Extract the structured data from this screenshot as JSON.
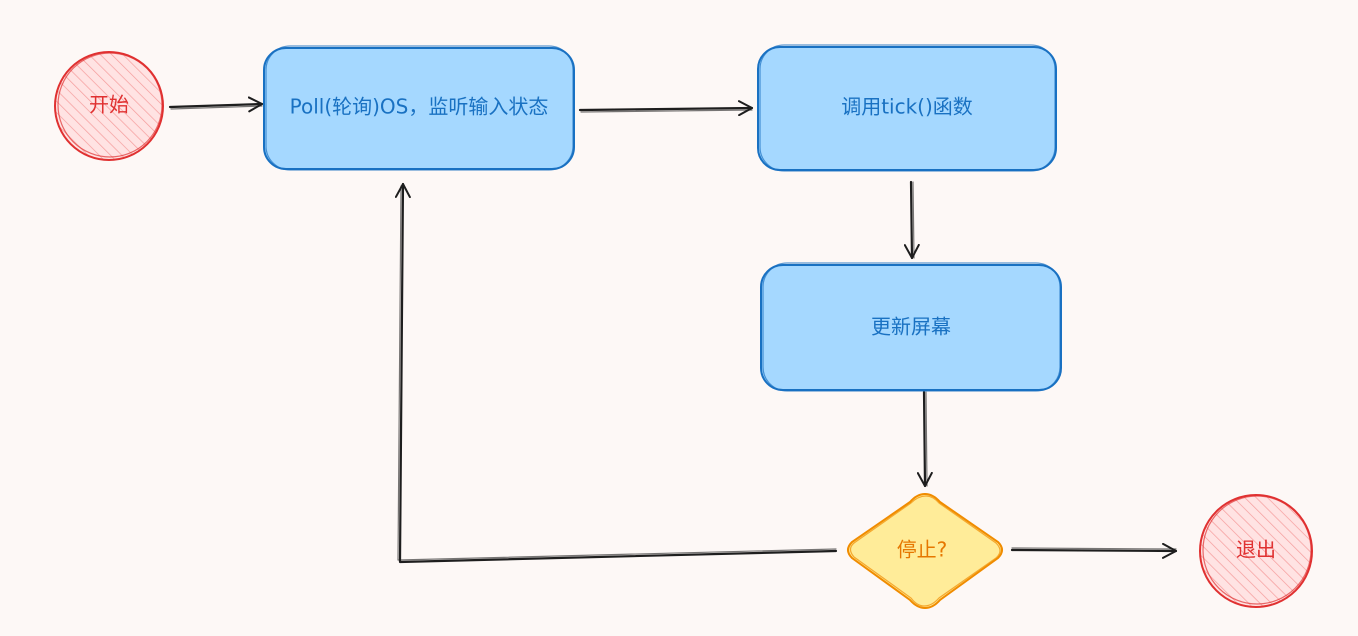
{
  "diagram": {
    "nodes": {
      "start": {
        "label": "开始",
        "shape": "circle",
        "color": "#e03131",
        "fill": "#ffc9c9"
      },
      "poll": {
        "label": "Poll(轮询)OS，监听输入状态",
        "shape": "rounded-rect",
        "color": "#1971c2",
        "fill": "#a5d8ff"
      },
      "tick": {
        "label": "调用tick()函数",
        "shape": "rounded-rect",
        "color": "#1971c2",
        "fill": "#a5d8ff"
      },
      "update": {
        "label": "更新屏幕",
        "shape": "rounded-rect",
        "color": "#1971c2",
        "fill": "#a5d8ff"
      },
      "stop": {
        "label": "停止?",
        "shape": "diamond",
        "color": "#f08c00",
        "fill": "#ffec99"
      },
      "exit": {
        "label": "退出",
        "shape": "circle",
        "color": "#e03131",
        "fill": "#ffc9c9"
      }
    },
    "edges": [
      {
        "from": "start",
        "to": "poll"
      },
      {
        "from": "poll",
        "to": "tick"
      },
      {
        "from": "tick",
        "to": "update"
      },
      {
        "from": "update",
        "to": "stop"
      },
      {
        "from": "stop",
        "to": "exit"
      },
      {
        "from": "stop",
        "to": "poll"
      }
    ],
    "edge_color": "#1e1e1e"
  }
}
